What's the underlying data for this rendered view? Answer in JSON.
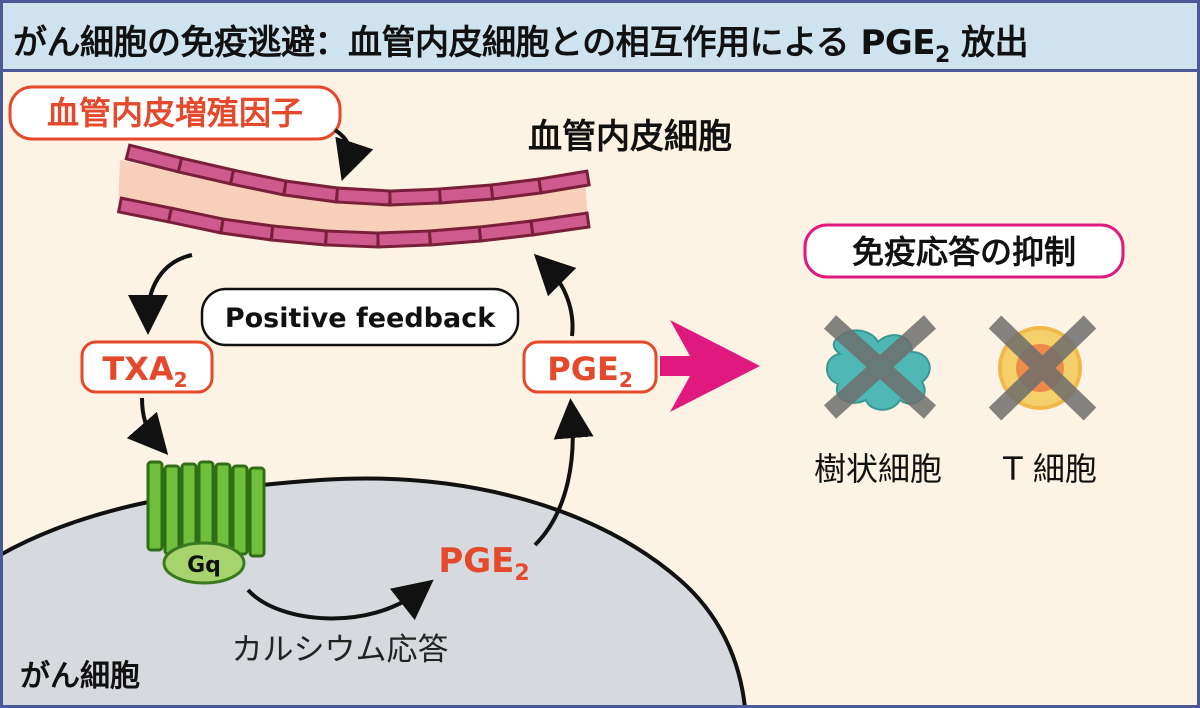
{
  "title": {
    "main": "がん細胞の免疫逃避：血管内皮細胞との相互作用による PGE",
    "main_sub": "2",
    "main_tail": " 放出"
  },
  "labels": {
    "vegf": "血管内皮増殖因子",
    "endothelial": "血管内皮細胞",
    "positive_feedback": "Positive feedback",
    "txa": "TXA",
    "txa_sub": "2",
    "pge": "PGE",
    "pge_sub": "2",
    "gq": "Gq",
    "calcium": "カルシウム応答",
    "cancer_cell": "がん細胞",
    "immune_suppression": "免疫応答の抑制",
    "dendritic_cell": "樹状細胞",
    "t_cell": "T 細胞"
  },
  "colors": {
    "accent_red": "#e5492c",
    "magenta": "#e0197e",
    "title_bg": "#cfe3ee",
    "border_blue": "#4a5a96",
    "background": "#fdf3e4",
    "cell_gray": "#d6d9de",
    "receptor_green": "#6fbf3a",
    "vessel_pink": "#cf5a8e"
  }
}
